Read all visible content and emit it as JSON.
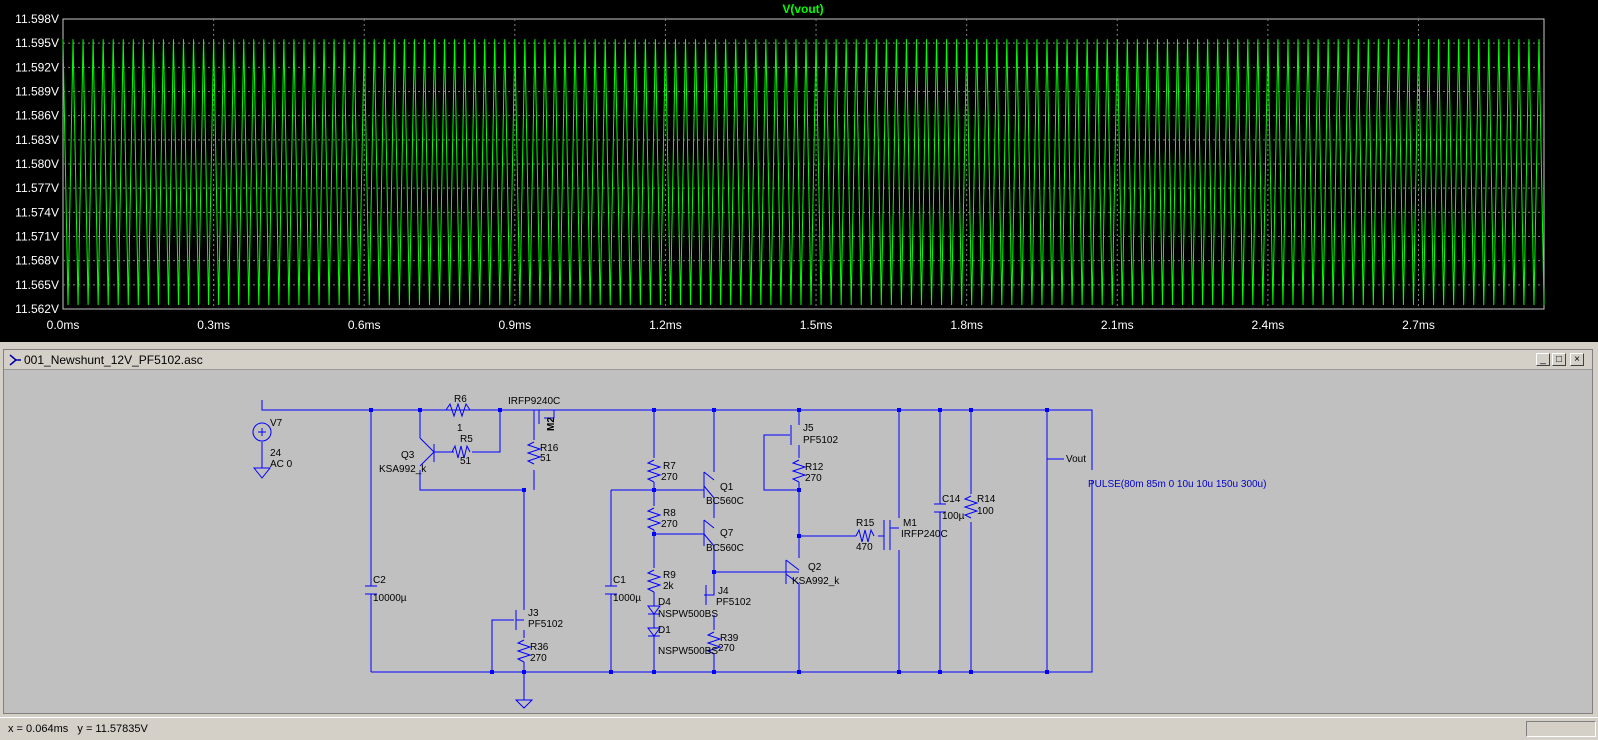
{
  "plot": {
    "trace_name": "V(vout)",
    "y_ticks": [
      "11.598V",
      "11.595V",
      "11.592V",
      "11.589V",
      "11.586V",
      "11.583V",
      "11.580V",
      "11.577V",
      "11.574V",
      "11.571V",
      "11.568V",
      "11.565V",
      "11.562V"
    ],
    "x_ticks": [
      "0.0ms",
      "0.3ms",
      "0.6ms",
      "0.9ms",
      "1.2ms",
      "1.5ms",
      "1.8ms",
      "2.1ms",
      "2.4ms",
      "2.7ms"
    ],
    "trace_color": "#00ff00"
  },
  "chart_data": {
    "type": "line",
    "title": "V(vout)",
    "xlabel": "",
    "ylabel": "",
    "xlim": [
      0,
      2.95
    ],
    "ylim": [
      11.562,
      11.598
    ],
    "series": [
      {
        "name": "V(vout)",
        "x_unit": "ms",
        "y_unit": "V",
        "x": [
          0.0,
          0.01,
          0.02,
          0.03,
          0.04
        ],
        "y": [
          11.5955,
          11.5625,
          11.5955,
          11.5625,
          11.5955
        ]
      }
    ],
    "grid": true,
    "legend": "none"
  },
  "window": {
    "title": "001_Newshunt_12V_PF5102.asc",
    "minimize": "_",
    "maximize": "□",
    "close": "×"
  },
  "schematic": {
    "labels": {
      "v7": "V7",
      "v7_val": "24",
      "v7_ac": "AC 0",
      "r6": "R6",
      "r6_val": "1",
      "m2_model": "IRFP9240C",
      "m2": "M2",
      "q3": "Q3",
      "q3_model": "KSA992_k",
      "r5": "R5",
      "r5_val": "51",
      "r16": "R16",
      "r16_val": "51",
      "c2": "C2",
      "c2_val": "10000µ",
      "j3": "J3",
      "j3_model": "PF5102",
      "r36": "R36",
      "r36_val": "270",
      "r7": "R7",
      "r7_val": "270",
      "r8": "R8",
      "r8_val": "270",
      "r9": "R9",
      "r9_val": "2k",
      "d4": "D4",
      "d4_model": "NSPW500BS",
      "d1": "D1",
      "d1_model": "NSPW500BS",
      "c1": "C1",
      "c1_val": "1000µ",
      "q1": "Q1",
      "q1_model": "BC560C",
      "q7": "Q7",
      "q7_model": "BC560C",
      "j4": "J4",
      "j4_model": "PF5102",
      "r39": "R39",
      "r39_val": "270",
      "j5": "J5",
      "j5_model": "PF5102",
      "r12": "R12",
      "r12_val": "270",
      "q2": "Q2",
      "q2_model": "KSA992_k",
      "r15": "R15",
      "r15_val": "470",
      "m1": "M1",
      "m1_model": "IRFP240C",
      "c14": "C14",
      "c14_val": "100µ",
      "r14": "R14",
      "r14_val": "100",
      "vout": "Vout",
      "pulse": "PULSE(80m 85m 0 10u 10u 150u 300u)"
    }
  },
  "status": {
    "cursor": "x = 0.064ms   y = 11.57835V"
  }
}
